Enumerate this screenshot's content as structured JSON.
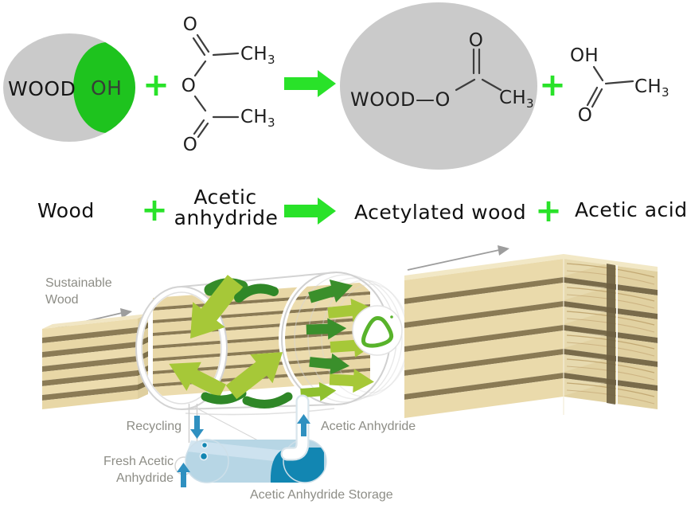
{
  "equation": {
    "wood": "WOOD",
    "hydroxyl": "OH",
    "oxygen": "O",
    "methyl_ch": "CH",
    "methyl_sub": "3",
    "acetylated_formula": "WOOD—O",
    "acid_oh": "OH",
    "plus": "+"
  },
  "equation_words": {
    "wood": "Wood",
    "acetic_line1": "Acetic",
    "acetic_line2": "anhydride",
    "acetylated_wood": "Acetylated wood",
    "acetic_acid": "Acetic acid"
  },
  "process_labels": {
    "sustainable_line1": "Sustainable",
    "sustainable_line2": "Wood",
    "recycling": "Recycling",
    "acetic_anhydride": "Acetic Anhydride",
    "fresh_line1": "Fresh Acetic",
    "fresh_line2": "Anhydride",
    "storage": "Acetic Anhydride Storage"
  },
  "colors": {
    "accent_green": "#29E229",
    "blob_green": "#1EC31E",
    "ellipse_gray": "#CACACA",
    "label_gray": "#8D8D86",
    "bond_black": "#3D3D3D",
    "water_light_blue": "#B7D6E5",
    "water_deep_blue": "#1286B2",
    "pipe_arrow_blue": "#2F90C0",
    "wood_tan": "#EADAAB",
    "wood_gap_brown": "#8A7A54",
    "arrow_dark_green": "#3A8F2B",
    "arrow_light_green": "#A6C838"
  }
}
